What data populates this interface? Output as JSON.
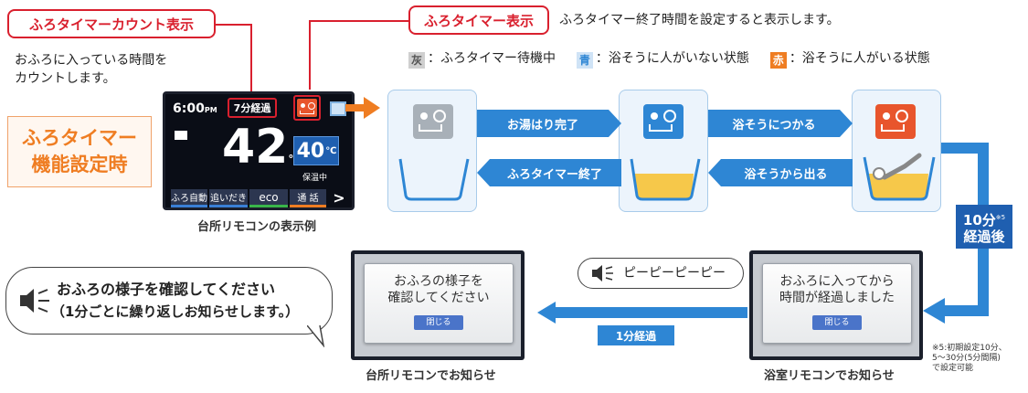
{
  "counter_label": "ふろタイマーカウント表示",
  "counter_desc": [
    "おふろに入っている時間を",
    "カウントします。"
  ],
  "setting_box": [
    "ふろタイマー",
    "機能設定時"
  ],
  "timer_label": "ふろタイマー表示",
  "timer_desc": "ふろタイマー終了時間を設定すると表示します。",
  "legend": [
    {
      "badge": "灰",
      "text": "：ふろタイマー待機中",
      "color": "#9a9a9a"
    },
    {
      "badge": "青",
      "text": "：浴そうに人がいない状態",
      "color": "#2e86d4"
    },
    {
      "badge": "赤",
      "text": "：浴そうに人がいる状態",
      "color": "#e8552c"
    }
  ],
  "kitchen_remote": {
    "time": "6:00",
    "time_suffix": "PM",
    "elapsed": "7分経過",
    "temp": "42",
    "temp_unit": "℃",
    "set_temp": "40",
    "set_unit": "℃",
    "status": "保温中",
    "buttons": [
      "ふろ自動",
      "追いだき",
      "eco",
      "通 話"
    ],
    "more": ">"
  },
  "kitchen_caption": "台所リモコンの表示例",
  "flow": {
    "fill_done": "お湯はり完了",
    "timer_end": "ふろタイマー終了",
    "enter_tub": "浴そうにつかる",
    "exit_tub": "浴そうから出る",
    "elapsed_lines": [
      "10分",
      "経過後"
    ],
    "note_mark": "※5",
    "one_min": "1分経過"
  },
  "bath_notice": {
    "lines": [
      "おふろに入ってから",
      "時間が経過しました"
    ],
    "close": "閉じる",
    "caption": "浴室リモコンでお知らせ"
  },
  "kitchen_notice": {
    "lines": [
      "おふろの様子を",
      "確認してください"
    ],
    "close": "閉じる",
    "caption": "台所リモコンでお知らせ"
  },
  "sound": "ピーピーピーピー",
  "announce": [
    "おふろの様子を確認してください",
    "（1分ごとに繰り返しお知らせします。）"
  ],
  "footnote": [
    "※5:初期設定10分、",
    "5〜30分(5分間隔)",
    "で設定可能"
  ],
  "colors": {
    "red": "#d9202e",
    "blue": "#2e86d4",
    "orange": "#ef7d22",
    "water": "#f6c84a"
  }
}
